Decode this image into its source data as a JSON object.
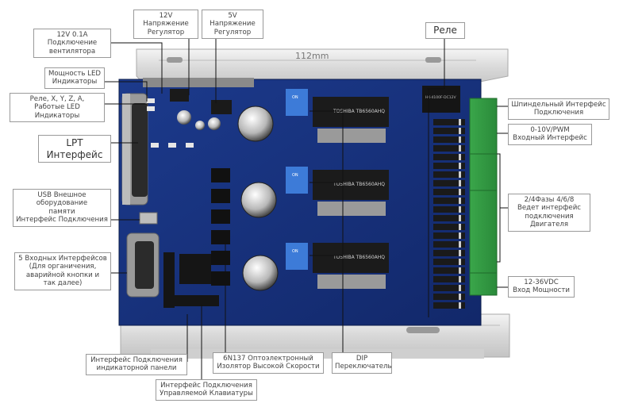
{
  "dimension_label": "112mm",
  "labels": {
    "fan": [
      "12V 0.1A",
      "Подключение",
      "вентилятора"
    ],
    "reg12": [
      "12V Напряжение",
      "Регулятор"
    ],
    "reg5": [
      "5V Напряжение",
      "Регулятор"
    ],
    "relay": [
      "Реле"
    ],
    "power_led": [
      "Мощность LED",
      "Индикаторы"
    ],
    "axis_leds": [
      "Реле, X, Y, Z, A,",
      "Работые LED Индикаторы"
    ],
    "lpt": [
      "LPT Интерфейс"
    ],
    "usb": [
      "USB Внешное",
      "оборудование",
      "памяти",
      "Интерфейс Подключения"
    ],
    "inputs5": [
      "5 Входных Интерфейсов",
      "(Для органичения,",
      "аварийной кнопки и",
      "так далее)"
    ],
    "spindle": [
      "Шпиндельный Интерфейс",
      "Подключения"
    ],
    "pwm": [
      "0-10V/PWM",
      "Входный Интерфейс"
    ],
    "motor": [
      "2/4Фазы 4/6/8",
      "Ведет интерфейс",
      "подключения Двигателя"
    ],
    "power_in": [
      "12-36VDC",
      "Вход Мощности"
    ],
    "panel": [
      "Интерфейс Подключения",
      "индикаторной панели"
    ],
    "opto": [
      "6N137 Оптоэлектронный",
      "Изолятор Высокой Скорости"
    ],
    "dip": [
      "DIP",
      "Переключатель"
    ],
    "keypad": [
      "Интерфейс Подключения",
      "Управляемой Клавиатуры"
    ]
  },
  "chip_text": "TOSHIBA TB6560AHQ",
  "dip_text": "ON",
  "relay_text": "HK-4100F-DC12V"
}
